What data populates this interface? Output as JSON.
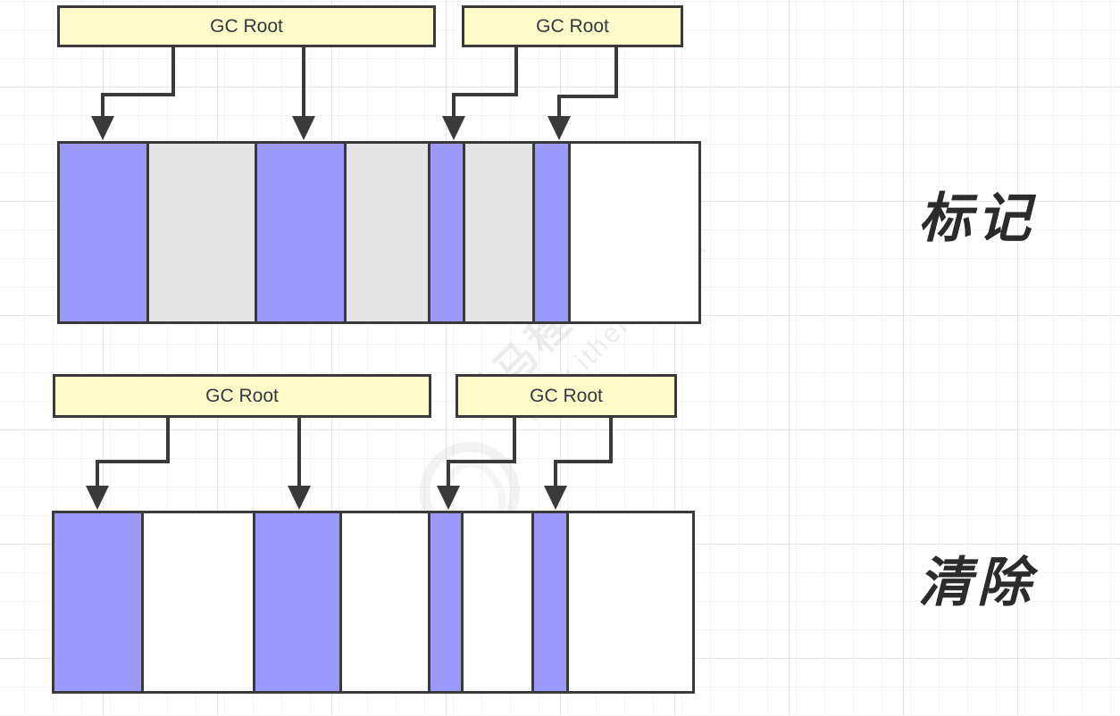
{
  "colors": {
    "stroke": "#3a3a3a",
    "live": "#9b99fa",
    "garbage": "#e4e4e4",
    "free": "#ffffff",
    "root_fill": "#fdfbca",
    "root_text": "#33393d",
    "label_text": "#2b2b2b"
  },
  "watermark": {
    "brand": "黑马程序员™",
    "url": "www.itheima.com"
  },
  "sections": [
    {
      "phase": "mark",
      "label": "标记",
      "roots": [
        {
          "label": "GC Root"
        },
        {
          "label": "GC Root"
        }
      ],
      "bar": {
        "segments": [
          {
            "state": "live",
            "w": 99
          },
          {
            "state": "garbage",
            "w": 120
          },
          {
            "state": "live",
            "w": 99
          },
          {
            "state": "garbage",
            "w": 93
          },
          {
            "state": "live",
            "w": 36
          },
          {
            "state": "garbage",
            "w": 77
          },
          {
            "state": "live",
            "w": 37
          },
          {
            "state": "free",
            "w": 146
          }
        ]
      }
    },
    {
      "phase": "sweep",
      "label": "清除",
      "roots": [
        {
          "label": "GC Root"
        },
        {
          "label": "GC Root"
        }
      ],
      "bar": {
        "segments": [
          {
            "state": "live",
            "w": 98
          },
          {
            "state": "free",
            "w": 123
          },
          {
            "state": "live",
            "w": 95
          },
          {
            "state": "free",
            "w": 97
          },
          {
            "state": "live",
            "w": 34
          },
          {
            "state": "free",
            "w": 77
          },
          {
            "state": "live",
            "w": 37
          },
          {
            "state": "free",
            "w": 139
          }
        ]
      }
    }
  ]
}
